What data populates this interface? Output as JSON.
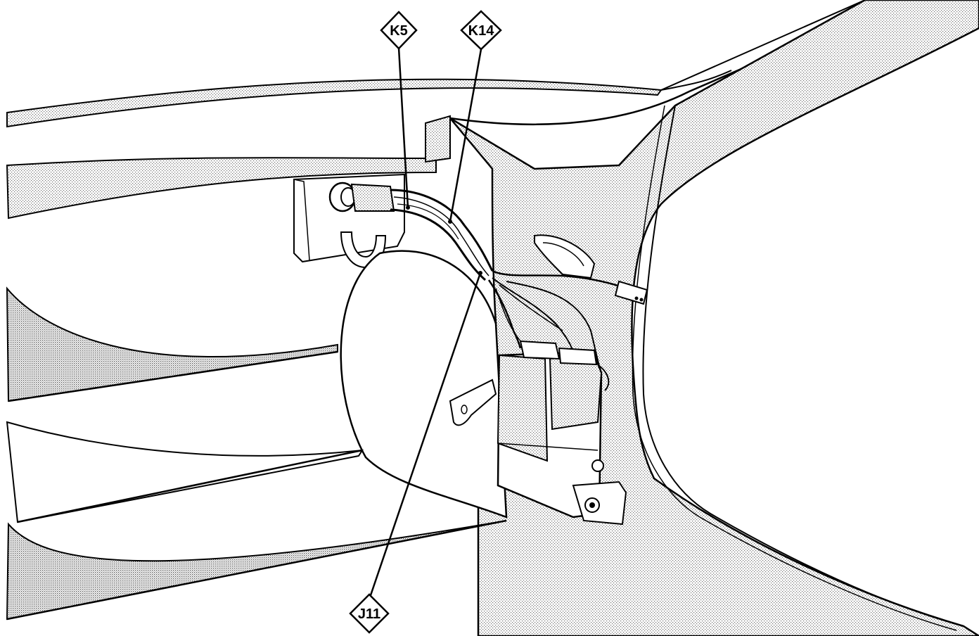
{
  "callouts": [
    {
      "id": "K5",
      "label": "K5"
    },
    {
      "id": "K14",
      "label": "K14"
    },
    {
      "id": "J11",
      "label": "J11"
    }
  ],
  "colors": {
    "ink": "#000000",
    "paper": "#ffffff",
    "shade": "#8a8a8a"
  }
}
